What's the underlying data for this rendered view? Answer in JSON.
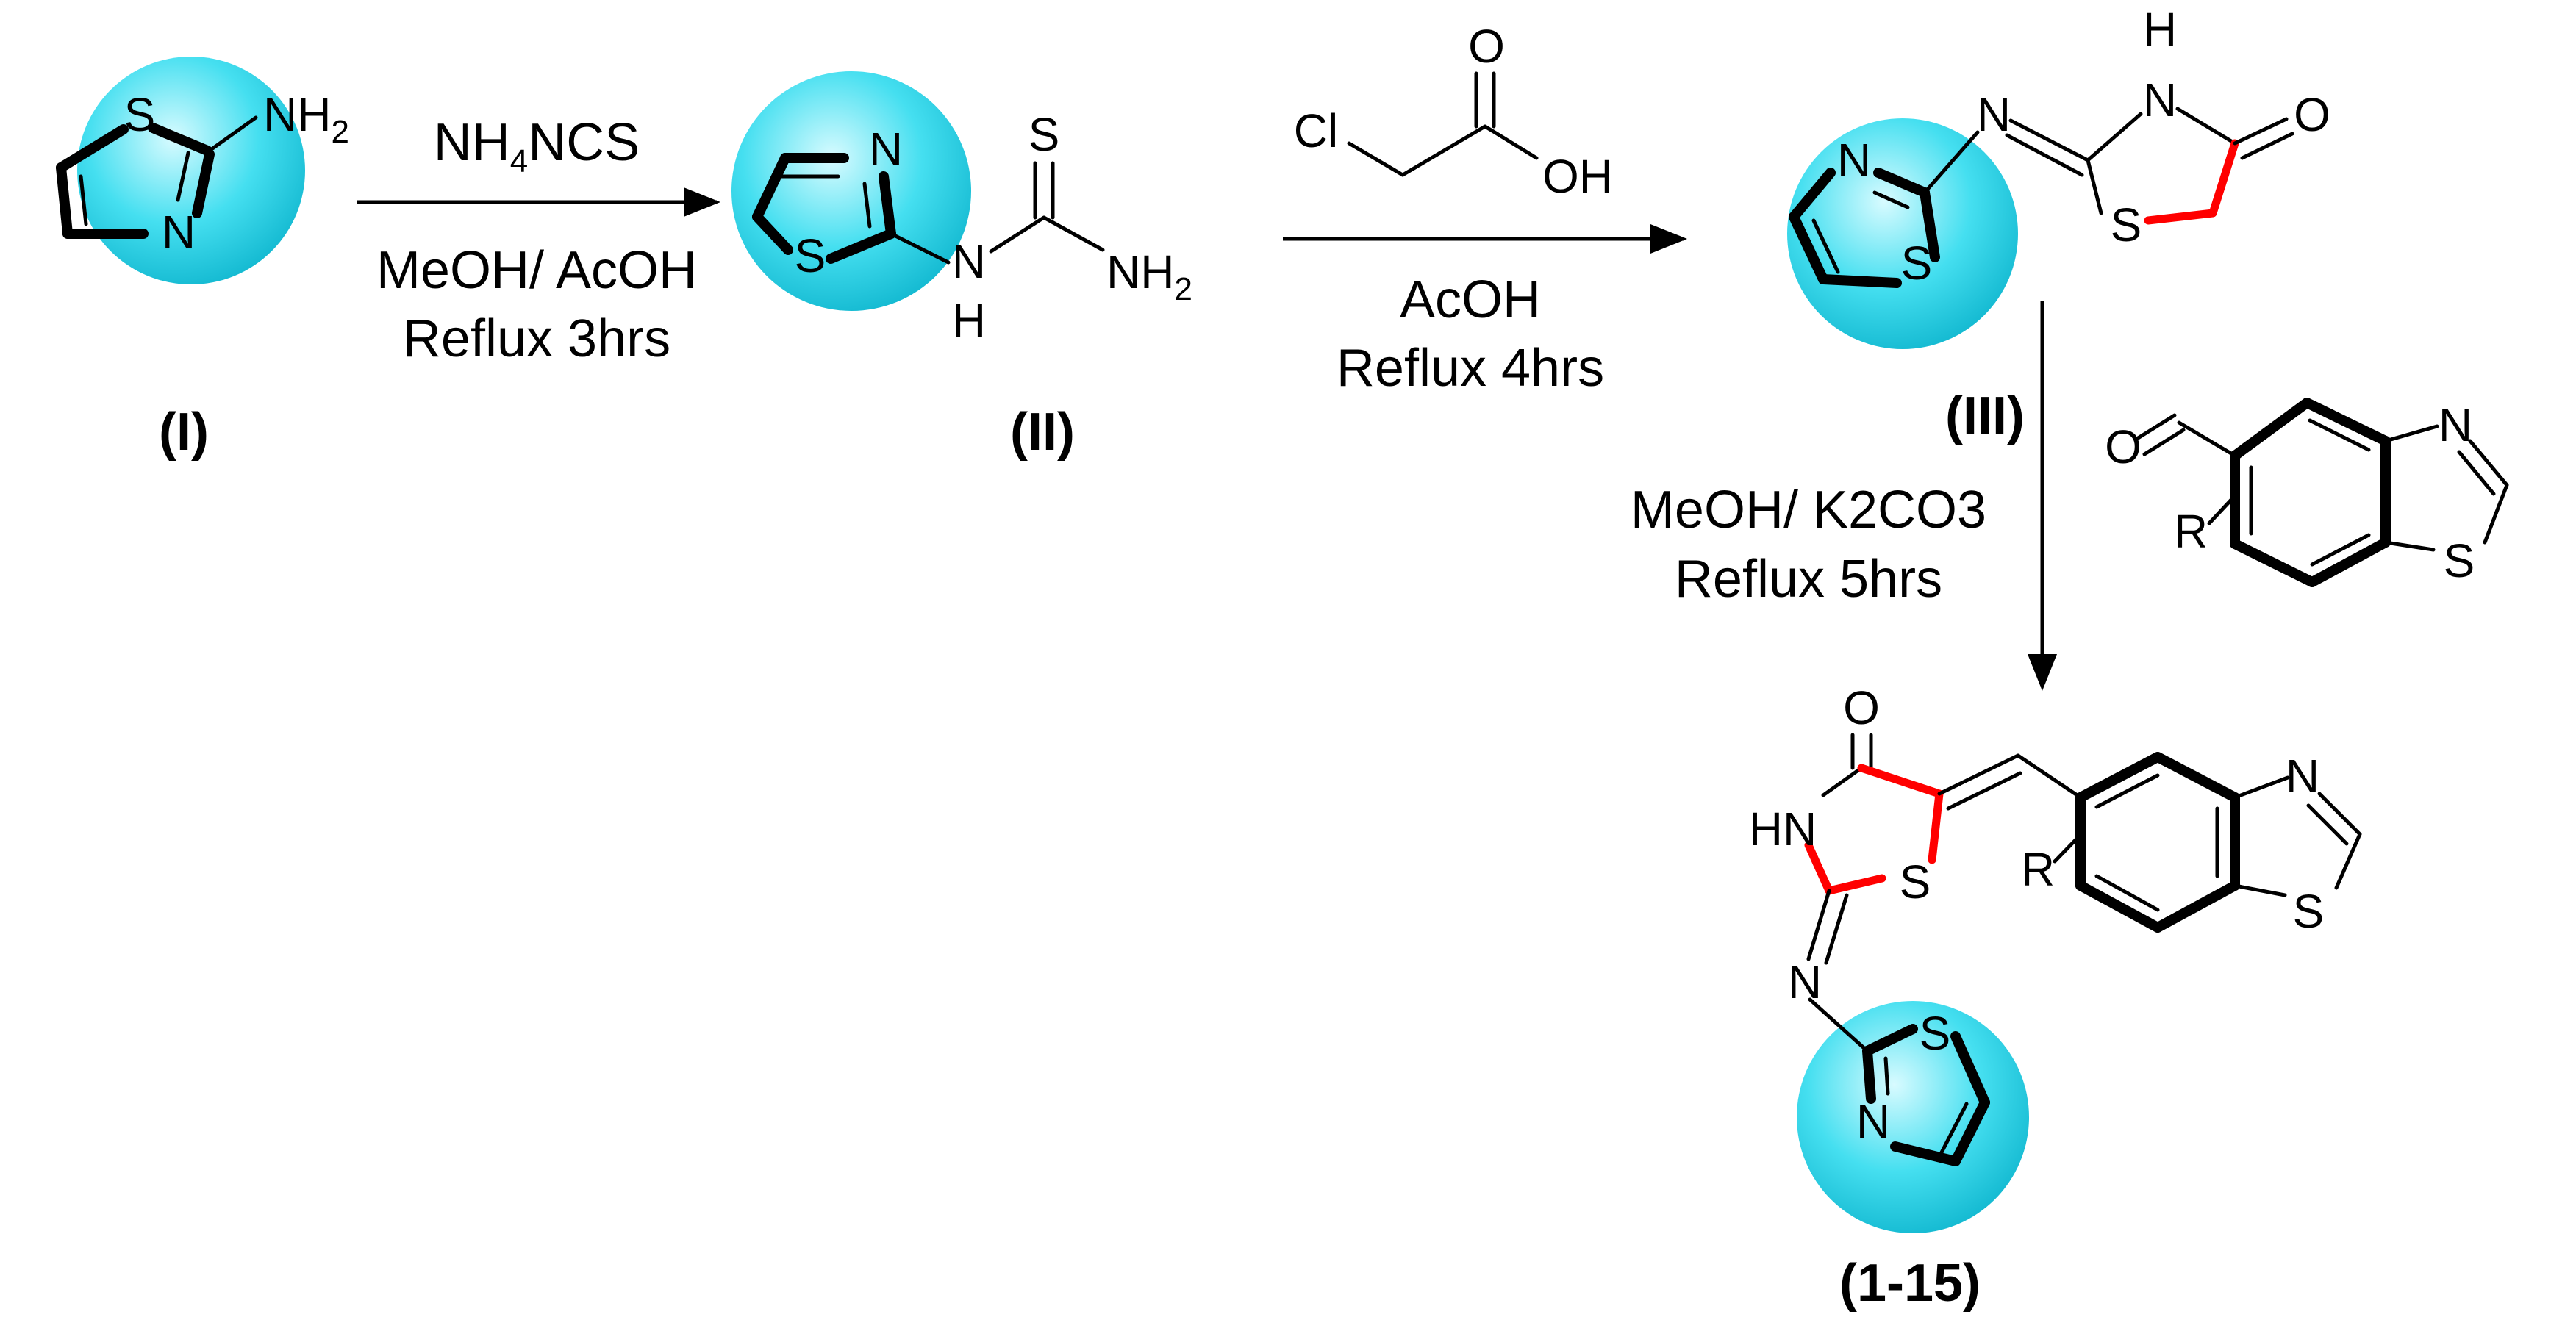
{
  "colors": {
    "highlight_sphere": "#2fd6ea",
    "new_bond": "#ff0000",
    "ink": "#000000"
  },
  "compounds": {
    "c1": {
      "label": "(I)",
      "atoms": {
        "s": "S",
        "n": "N",
        "nh": "NH",
        "nh_sub": "2"
      }
    },
    "c2": {
      "label": "(II)",
      "atoms": {
        "n": "N",
        "s": "S",
        "nh": "N",
        "h": "H",
        "thio_s": "S",
        "nh2": "NH",
        "nh2_sub": "2"
      }
    },
    "c3": {
      "label": "(III)",
      "atoms": {
        "imine_n": "N",
        "h": "H",
        "ring_n": "N",
        "carbonyl_o": "O",
        "ring_s": "S",
        "thz_n": "N",
        "thz_s": "S"
      }
    },
    "aldehyde": {
      "atoms": {
        "o": "O",
        "n": "N",
        "r": "R",
        "s": "S"
      }
    },
    "product": {
      "label": "(1-15)",
      "atoms": {
        "o": "O",
        "hn": "HN",
        "s": "S",
        "imine_n": "N",
        "bt_n": "N",
        "r": "R",
        "bt_s": "S",
        "thz_s": "S",
        "thz_n": "N"
      }
    }
  },
  "reagents": {
    "chloroacetic_acid": {
      "cl": "Cl",
      "o": "O",
      "oh": "OH"
    }
  },
  "steps": {
    "step1": {
      "reagent": "NH",
      "reagent_sub": "4",
      "reagent_tail": "NCS",
      "solvent": "MeOH/ AcOH",
      "condition": "Reflux 3hrs"
    },
    "step2": {
      "solvent": "AcOH",
      "condition": "Reflux 4hrs"
    },
    "step3": {
      "solvent": "MeOH/ K2CO3",
      "condition": "Reflux 5hrs"
    }
  }
}
